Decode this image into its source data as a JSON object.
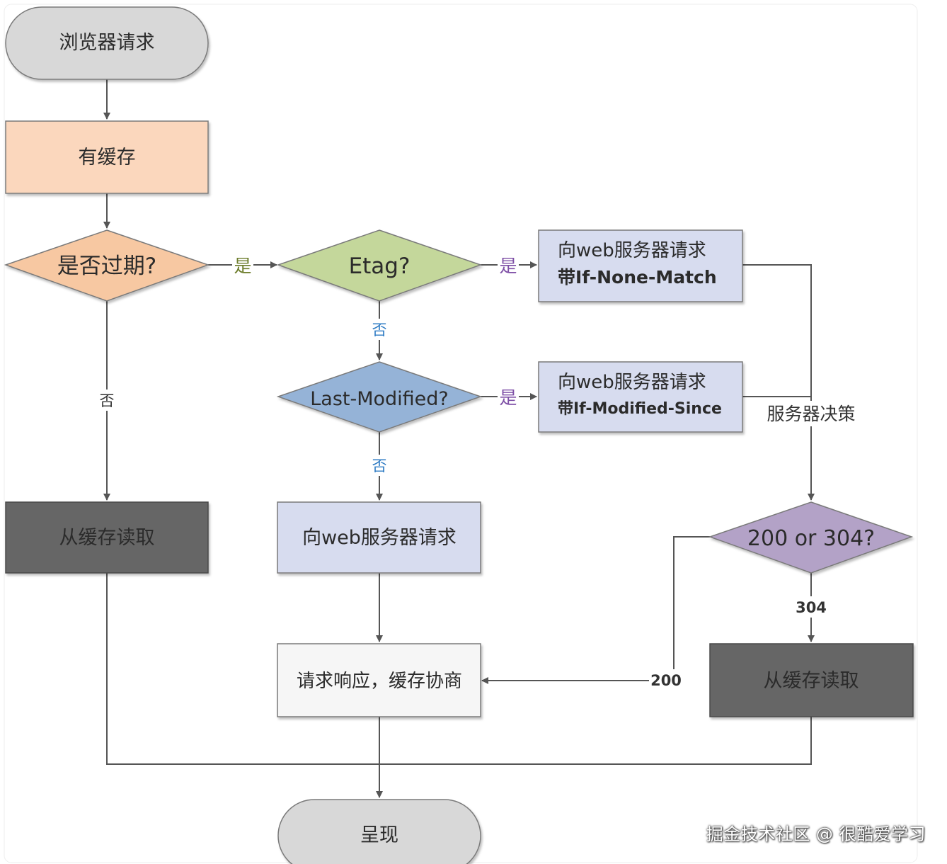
{
  "colors": {
    "grey_start": "#d8d8d8",
    "peach": "#fbd7bd",
    "orange_diamond": "#f7c8a2",
    "green_diamond": "#c4d79b",
    "blue_diamond": "#95b3d7",
    "lavender_box": "#d7dcef",
    "purple_diamond": "#b3a2c7",
    "dark_box": "#666666",
    "white_box": "#f6f6f6",
    "line": "#555555"
  },
  "nodes": {
    "start": "浏览器请求",
    "has_cache": "有缓存",
    "expired": "是否过期?",
    "etag": "Etag?",
    "req_etag_line1": "向web服务器请求",
    "req_etag_line2": "带If-None-Match",
    "last_modified": "Last-Modified?",
    "req_lm_line1": "向web服务器请求",
    "req_lm_line2": "带If-Modified-Since",
    "read_cache_left": "从缓存读取",
    "req_web": "向web服务器请求",
    "status_check": "200 or 304?",
    "response": "请求响应，缓存协商",
    "read_cache_right": "从缓存读取",
    "render": "呈现"
  },
  "labels": {
    "yes_expired": "是",
    "yes_etag": "是",
    "yes_lm": "是",
    "no_etag": "否",
    "no_lm": "否",
    "no_expired": "否",
    "server_decision": "服务器决策",
    "code_304": "304",
    "code_200": "200"
  },
  "watermark": "掘金技术社区 @ 很酷爱学习"
}
